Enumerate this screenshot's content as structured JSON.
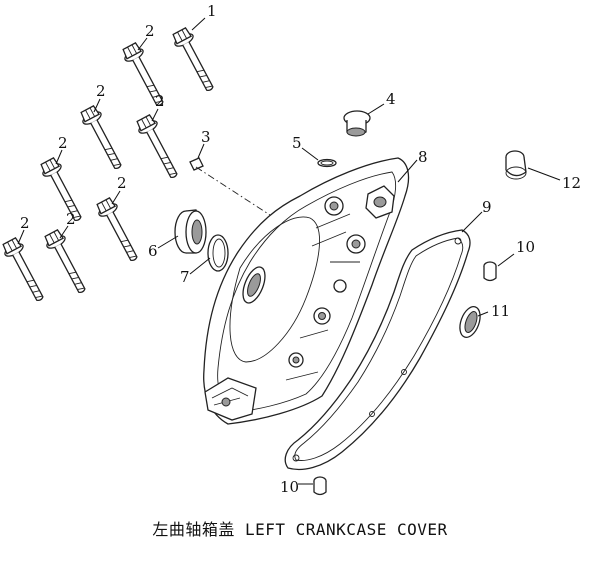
{
  "caption": "左曲轴箱盖 LEFT CRANKCASE COVER",
  "callouts": {
    "c1": "1",
    "c2": "2",
    "c3": "3",
    "c4": "4",
    "c5": "5",
    "c6": "6",
    "c7": "7",
    "c8": "8",
    "c9": "9",
    "c10": "10",
    "c11": "11",
    "c12": "12"
  }
}
